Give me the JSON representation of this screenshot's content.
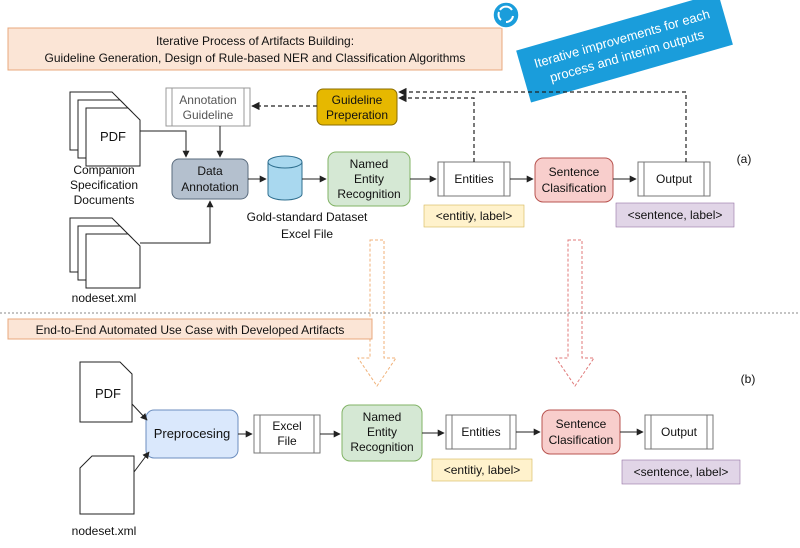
{
  "header": {
    "title_line1": "Iterative Process of Artifacts Building:",
    "title_line2": "Guideline Generation, Design of Rule-based NER and Classification Algorithms"
  },
  "callout": {
    "line1": "Iterative improvements for each",
    "line2": "process and interim outputs",
    "icon": "recycle-icon",
    "color": "#1a9ddb"
  },
  "part_a": {
    "label": "(a)",
    "pdf_doc": "PDF",
    "companion_line1": "Companion",
    "companion_line2": "Specification",
    "companion_line3": "Documents",
    "nodeset": "nodeset.xml",
    "annotation_guideline_line1": "Annotation",
    "annotation_guideline_line2": "Guideline",
    "guideline_prep_line1": "Guideline",
    "guideline_prep_line2": "Preperation",
    "data_annotation_line1": "Data",
    "data_annotation_line2": "Annotation",
    "gold_line1": "Gold-standard Dataset",
    "gold_line2": "Excel File",
    "ner_line1": "Named",
    "ner_line2": "Entity",
    "ner_line3": "Recognition",
    "entities": "Entities",
    "entities_tag": "<entitiy, label>",
    "sentence_line1": "Sentence",
    "sentence_line2": "Clasification",
    "output": "Output",
    "output_tag": "<sentence, label>"
  },
  "part_b": {
    "title": "End-to-End Automated Use Case with Developed Artifacts",
    "label": "(b)",
    "pdf_doc": "PDF",
    "nodeset": "nodeset.xml",
    "preprocessing": "Preprocesing",
    "excel_line1": "Excel",
    "excel_line2": "File",
    "ner_line1": "Named",
    "ner_line2": "Entity",
    "ner_line3": "Recognition",
    "entities": "Entities",
    "entities_tag": "<entitiy, label>",
    "sentence_line1": "Sentence",
    "sentence_line2": "Clasification",
    "output": "Output",
    "output_tag": "<sentence, label>"
  },
  "colors": {
    "header_fill": "#fbe5d6",
    "header_stroke": "#e8a87c",
    "guideline_fill": "#e6b800",
    "annotation_fill": "#b4c0ce",
    "dataset_fill": "#a9d8ef",
    "ner_fill": "#d5e8d4",
    "ner_stroke": "#82b366",
    "sentence_fill": "#f8cecc",
    "sentence_stroke": "#b85450",
    "entity_tag_fill": "#fff2cc",
    "output_tag_fill": "#e1d5e7",
    "preproc_fill": "#dae8fc",
    "preproc_stroke": "#6c8ebf"
  }
}
